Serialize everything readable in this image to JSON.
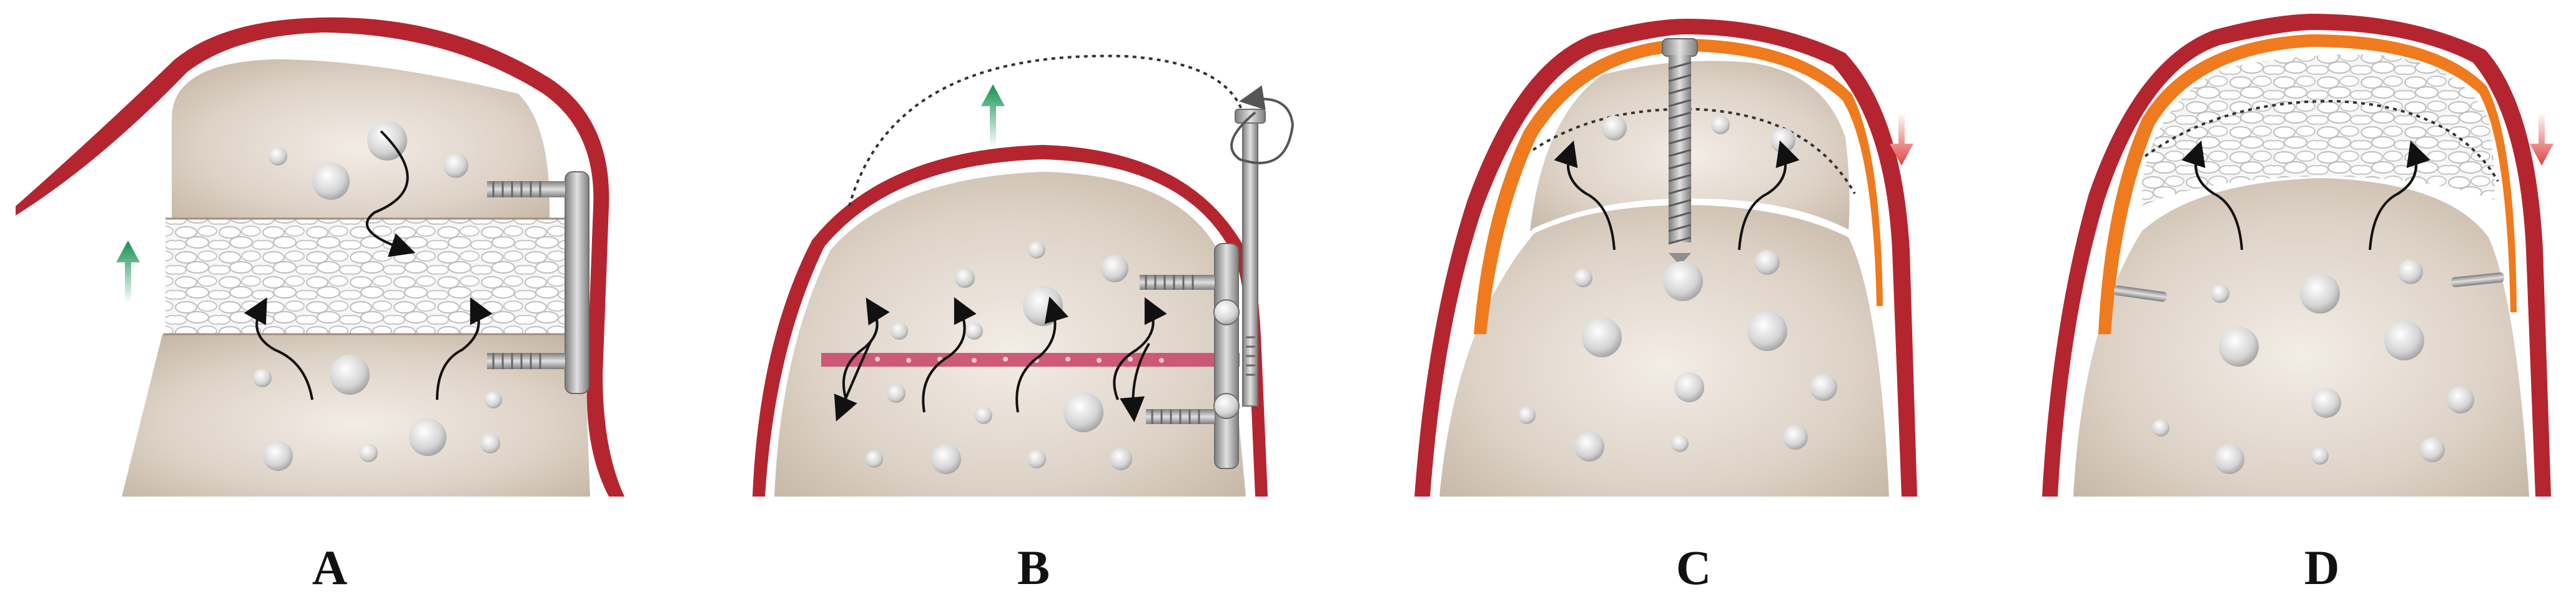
{
  "figure": {
    "panels": [
      {
        "id": "A",
        "label": "A",
        "arrow": "up"
      },
      {
        "id": "B",
        "label": "B",
        "arrow": "up"
      },
      {
        "id": "C",
        "label": "C",
        "arrow": "down"
      },
      {
        "id": "D",
        "label": "D",
        "arrow": "down"
      }
    ]
  },
  "colors": {
    "bone_light": "#ece4dc",
    "bone_mid": "#d9cfc3",
    "bone_dark": "#b9aa98",
    "soft_tissue": "#b52530",
    "periosteum": "#f07a1e",
    "arrow_up": "#1b9a5a",
    "arrow_down": "#e0433f",
    "metal": "#9a9a9a",
    "pore": "#c9c9c9",
    "graft": "#f2f2f2"
  }
}
